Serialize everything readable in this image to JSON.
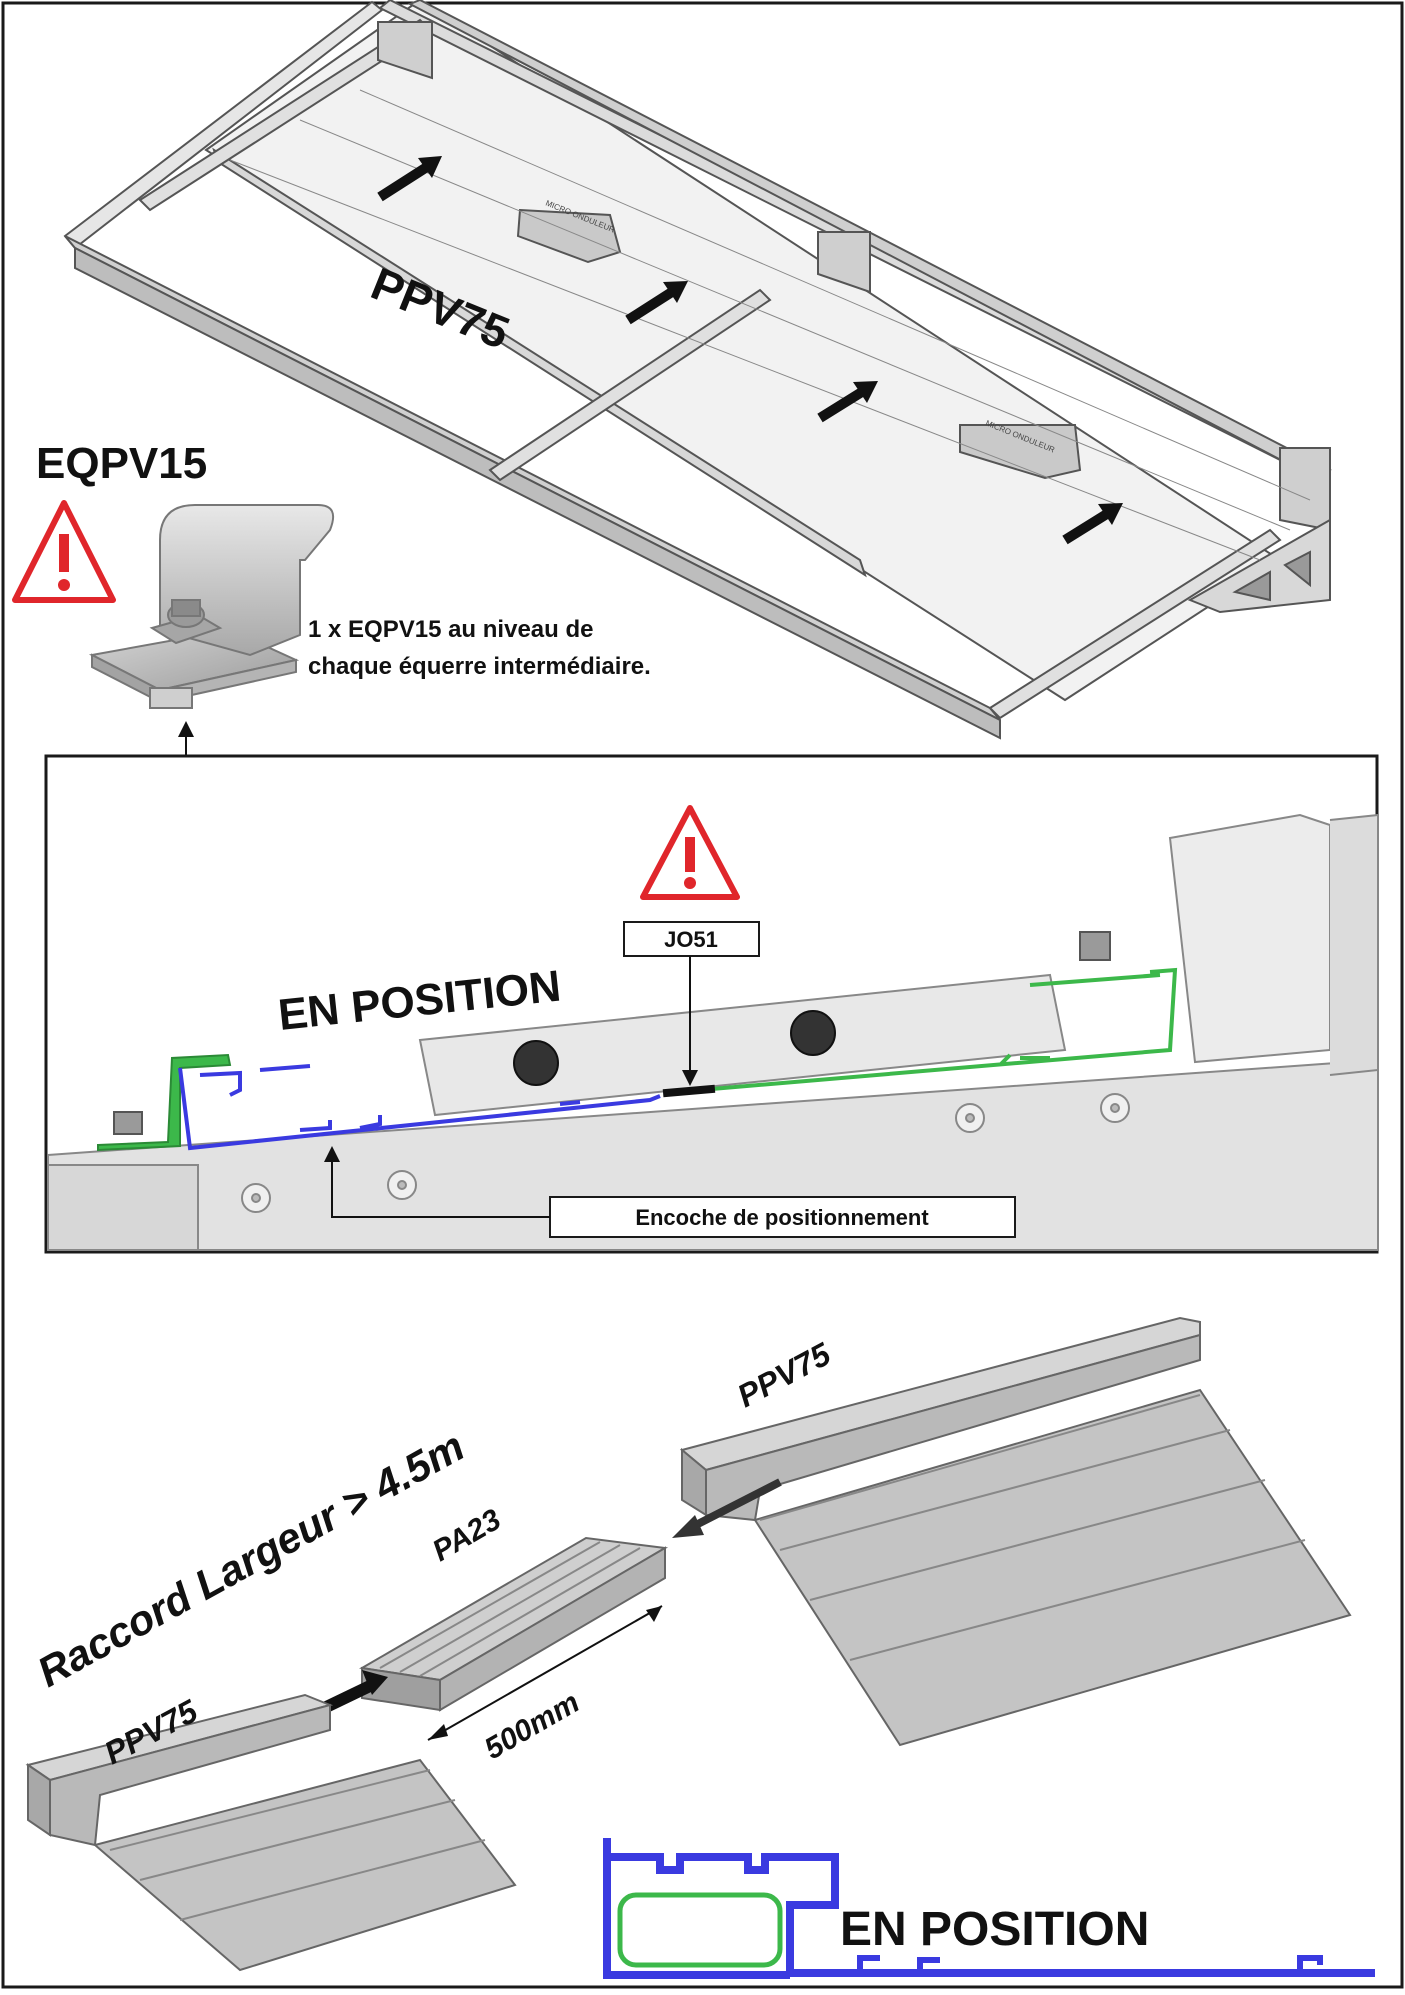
{
  "texts": {
    "ppv75_frame": "PPV75",
    "eqpv15_title": "EQPV15",
    "eqpv15_note_line1": "1 x EQPV15 au niveau de",
    "eqpv15_note_line2": "chaque équerre intermédiaire.",
    "en_position_detail": "EN POSITION",
    "jo51": "JO51",
    "encoche": "Encoche de positionnement",
    "ppv75_right": "PPV75",
    "raccord": "Raccord Largeur > 4.5m",
    "pa23": "PA23",
    "length_500": "500mm",
    "ppv75_left": "PPV75",
    "en_position_bottom": "EN POSITION",
    "micro_onduleur_1": "MICRO ONDULEUR",
    "micro_onduleur_2": "MICRO ONDULEUR"
  },
  "colors": {
    "warning_red": "#e0262b",
    "profile_blue": "#3a3ae0",
    "profile_green": "#3cb84a",
    "metal_grey": "#b9b9b9",
    "frame_border": "#1a1a1a"
  },
  "icons": [
    "warning-triangle-icon",
    "arrow-icon"
  ]
}
